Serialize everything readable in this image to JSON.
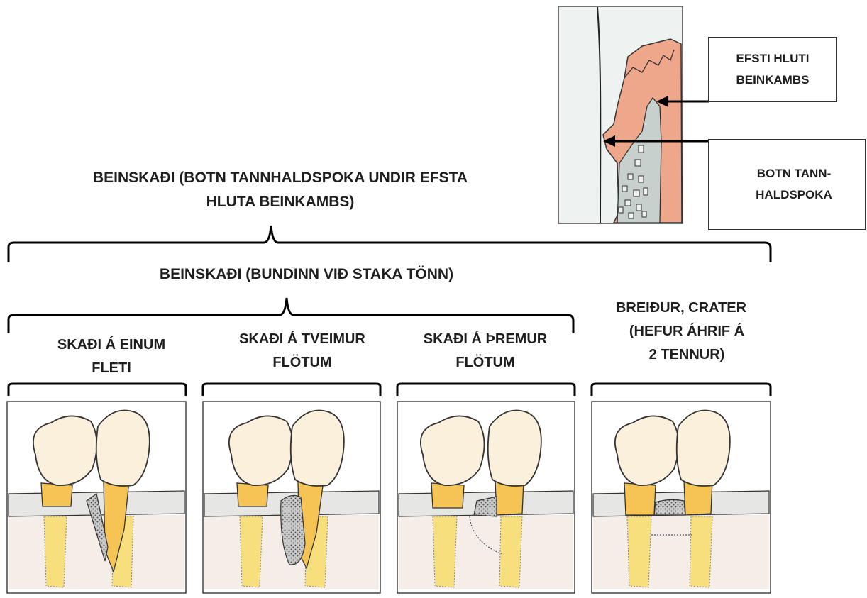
{
  "main_title": [
    "BEINSKAÐI (BOTN TANNHALDSPOKA UNDIR EFSTA",
    "HLUTA BEINKAMBS)"
  ],
  "sub_title": "BEINSKAÐI (BUNDINN VIÐ STAKA TÖNN)",
  "crater": {
    "lines": [
      "BREIÐUR, CRATER",
      "(HEFUR ÁHRIF Á",
      "2 TENNUR)"
    ]
  },
  "categories": [
    {
      "lines": [
        "SKAÐI Á EINUM",
        "FLETI"
      ]
    },
    {
      "lines": [
        "SKAÐI Á TVEIMUR",
        "FLÖTUM"
      ]
    },
    {
      "lines": [
        "SKAÐI Á ÞREMUR",
        "FLÖTUM"
      ]
    }
  ],
  "callouts": {
    "crest": [
      "EFSTI HLUTI",
      "BEINKAMBS"
    ],
    "pocket": [
      "BOTN TANN-",
      "HALDSPOKA"
    ]
  },
  "colors": {
    "bone": "#f4ede8",
    "gingiva": "#e6e6e4",
    "crown": "#fbf0dc",
    "root": "#f6df7c",
    "cervical": "#f5c455",
    "tissue": "#efa78c",
    "defect": "#b5b5b5"
  }
}
